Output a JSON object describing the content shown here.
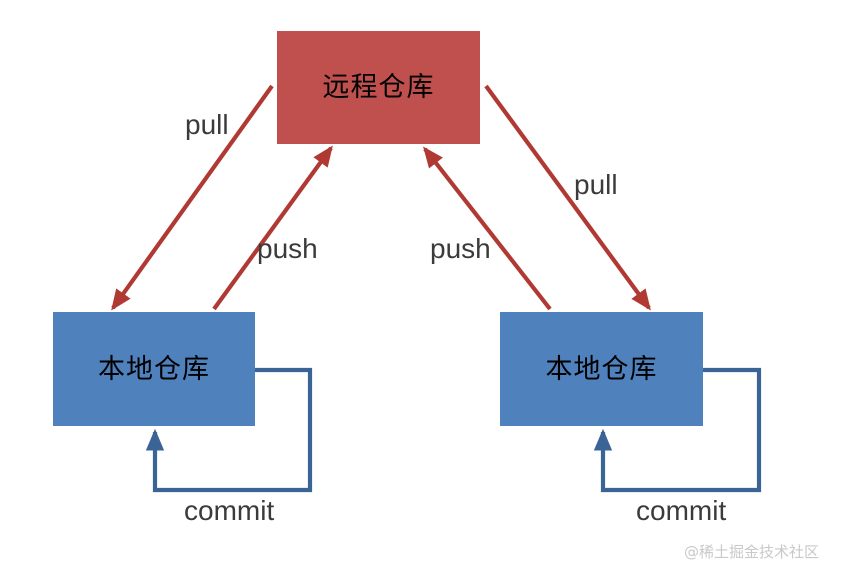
{
  "diagram": {
    "title": "Git repository workflow diagram",
    "colors": {
      "remote_fill": "#c0504d",
      "local_fill": "#4f81bd",
      "remote_arrow": "#b03a33",
      "local_arrow": "#3b6496",
      "label_text": "#3b3b3b",
      "watermark_text": "#c9c9c9",
      "background": "#ffffff"
    },
    "nodes": [
      {
        "id": "remote",
        "label": "远程仓库",
        "type": "remote-repository"
      },
      {
        "id": "local_left",
        "label": "本地仓库",
        "type": "local-repository"
      },
      {
        "id": "local_right",
        "label": "本地仓库",
        "type": "local-repository"
      }
    ],
    "edges": [
      {
        "id": "pull_left",
        "label": "pull",
        "from": "remote",
        "to": "local_left"
      },
      {
        "id": "push_left",
        "label": "push",
        "from": "local_left",
        "to": "remote"
      },
      {
        "id": "push_right",
        "label": "push",
        "from": "local_right",
        "to": "remote"
      },
      {
        "id": "pull_right",
        "label": "pull",
        "from": "remote",
        "to": "local_right"
      },
      {
        "id": "commit_left",
        "label": "commit",
        "from": "local_left",
        "to": "local_left"
      },
      {
        "id": "commit_right",
        "label": "commit",
        "from": "local_right",
        "to": "local_right"
      }
    ],
    "watermark": "@稀土掘金技术社区"
  }
}
